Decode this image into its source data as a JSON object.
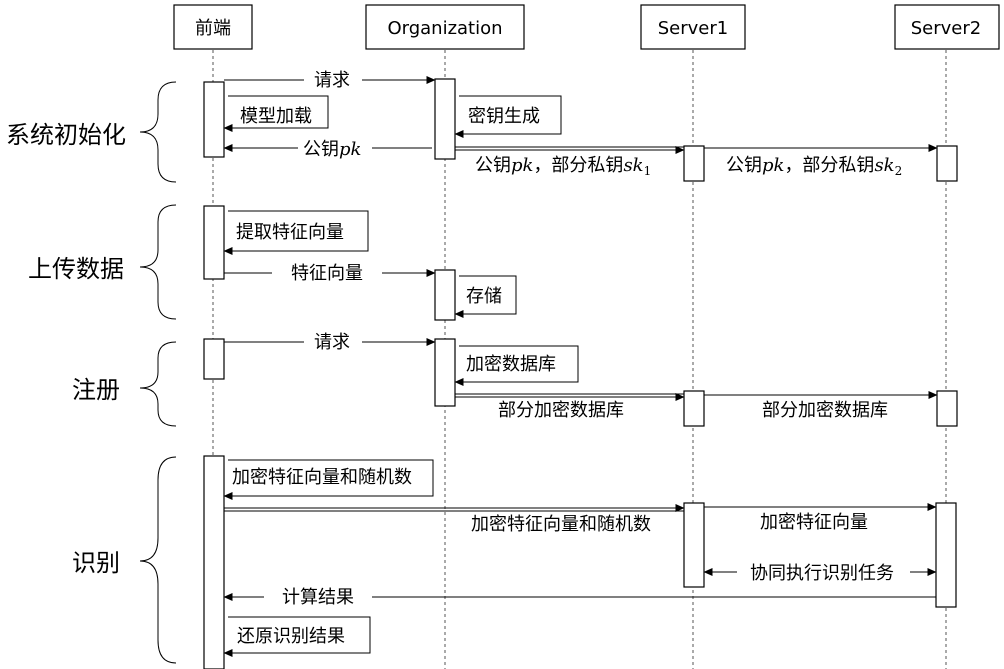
{
  "participants": [
    "前端",
    "Organization",
    "Server1",
    "Server2"
  ],
  "phases": [
    "系统初始化",
    "上传数据",
    "注册",
    "识别"
  ],
  "messages": {
    "request1": "请求",
    "model_load": "模型加载",
    "key_gen": "密钥生成",
    "pk_prefix": "公钥",
    "pk_var": "pk",
    "share_mid": "，部分私钥",
    "sk_var": "sk",
    "sk1_sub": "1",
    "sk2_sub": "2",
    "extract": "提取特征向量",
    "feature_vec": "特征向量",
    "store": "存储",
    "request2": "请求",
    "encrypt_db": "加密数据库",
    "partial_db1": "部分加密数据库",
    "partial_db2": "部分加密数据库",
    "enc_feat_rand_self": "加密特征向量和随机数",
    "enc_feat_rand_to_s1": "加密特征向量和随机数",
    "enc_feat_to_s2": "加密特征向量",
    "collab": "协同执行识别任务",
    "result": "计算结果",
    "restore": "还原识别结果"
  }
}
